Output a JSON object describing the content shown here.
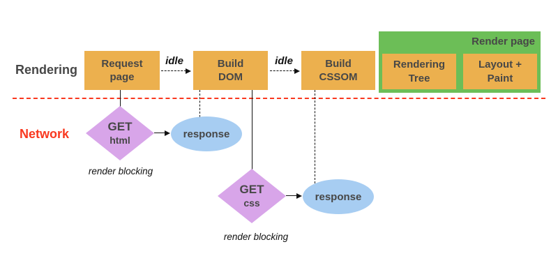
{
  "colors": {
    "box-orange": "#ECB04E",
    "box-green": "#6CBE57",
    "diamond-purple": "#D8A5E9",
    "ellipse-blue": "#A7CDF2",
    "accent-red": "#F9381F",
    "text-dark": "#474747"
  },
  "lanes": {
    "rendering": "Rendering",
    "network": "Network"
  },
  "rendering_row": {
    "request_page": "Request\npage",
    "idle1": "idle",
    "build_dom": "Build\nDOM",
    "idle2": "idle",
    "build_cssom": "Build\nCSSOM",
    "render_page_group": "Render page",
    "rendering_tree": "Rendering\nTree",
    "layout_paint": "Layout +\nPaint"
  },
  "network_row": {
    "get_html": {
      "line1": "GET",
      "line2": "html"
    },
    "response_html": "response",
    "render_blocking_html": "render blocking",
    "get_css": {
      "line1": "GET",
      "line2": "css"
    },
    "response_css": "response",
    "render_blocking_css": "render blocking"
  }
}
